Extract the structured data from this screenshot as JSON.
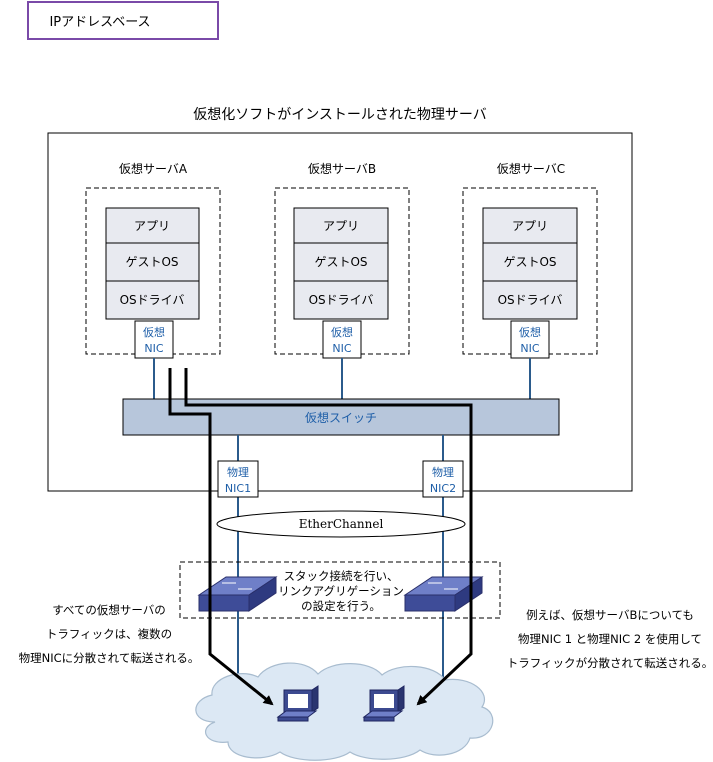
{
  "title_box": "IPアドレスベース",
  "host_label": "仮想化ソフトがインストールされた物理サーバ",
  "vms": [
    {
      "label": "仮想サーバA",
      "layers": [
        "アプリ",
        "ゲストOS",
        "OSドライバ"
      ],
      "nic": [
        "仮想",
        "NIC"
      ]
    },
    {
      "label": "仮想サーバB",
      "layers": [
        "アプリ",
        "ゲストOS",
        "OSドライバ"
      ],
      "nic": [
        "仮想",
        "NIC"
      ]
    },
    {
      "label": "仮想サーバC",
      "layers": [
        "アプリ",
        "ゲストOS",
        "OSドライバ"
      ],
      "nic": [
        "仮想",
        "NIC"
      ]
    }
  ],
  "vswitch_label": "仮想スイッチ",
  "physical_nics": [
    {
      "line1": "物理",
      "line2": "NIC1"
    },
    {
      "line1": "物理",
      "line2": "NIC2"
    }
  ],
  "etherchannel_label": "EtherChannel",
  "stack_note": [
    "スタック接続を行い、",
    "リンクアグリゲーション",
    "の設定を行う。"
  ],
  "left_note": [
    "すべての仮想サーバの",
    "トラフィックは、複数の",
    "物理NICに分散されて転送される。"
  ],
  "right_note": [
    "例えば、仮想サーバBについても",
    "物理NIC 1 と物理NIC 2 を使用して",
    "トラフィックが分散されて転送される。"
  ],
  "colors": {
    "title_border": "#7a4aa8",
    "layer_fill": "#e8eaf0",
    "vswitch_fill": "#b7c6db",
    "link_blue": "#2b5b8c",
    "nic_text": "#1f5fa8",
    "switch_fill": "#4a5aa8",
    "cloud_fill": "#dce8f4"
  },
  "icons": [
    "l2-switch-icon",
    "l2-switch-icon",
    "cloud-icon",
    "pc-icon",
    "pc-icon"
  ]
}
